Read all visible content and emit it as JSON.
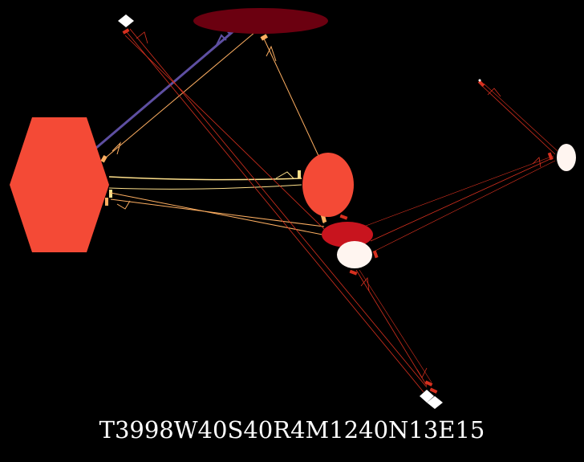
{
  "caption": "T3998W40S40R4M1240N13E15",
  "colors": {
    "background": "#000000",
    "hexagon": "#f44a36",
    "dark_red_ellipse": "#6b0010",
    "circle_red": "#f44a36",
    "crimson_ellipse": "#c8141e",
    "white_ellipse": "#fff5f0",
    "edge_blue": "#5e4fa2",
    "edge_orange": "#fdae61",
    "edge_yellow": "#fee08b",
    "edge_red": "#d7301f"
  },
  "nodes": [
    {
      "id": "hexagon-node",
      "shape": "hexagon"
    },
    {
      "id": "top-ellipse-node",
      "shape": "ellipse"
    },
    {
      "id": "center-circle-node",
      "shape": "ellipse"
    },
    {
      "id": "crimson-ellipse-node",
      "shape": "ellipse"
    },
    {
      "id": "white-ellipse-node",
      "shape": "ellipse"
    },
    {
      "id": "right-ellipse-node",
      "shape": "ellipse"
    },
    {
      "id": "top-diamond-node",
      "shape": "diamond"
    },
    {
      "id": "bottom-diamond-node-a",
      "shape": "diamond"
    },
    {
      "id": "bottom-diamond-node-b",
      "shape": "diamond"
    },
    {
      "id": "small-dot-node",
      "shape": "point"
    }
  ]
}
